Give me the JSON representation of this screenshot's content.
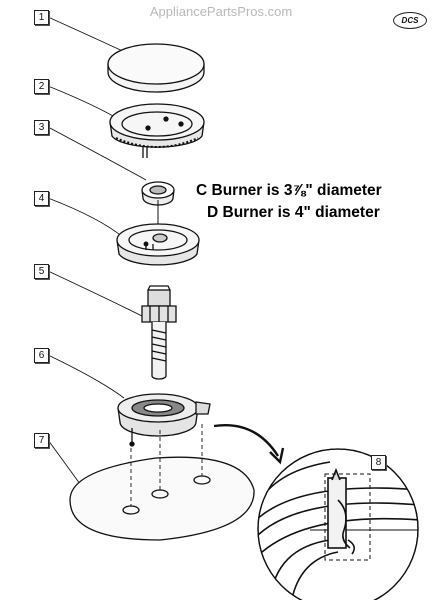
{
  "watermark": "AppliancePartsPros.com",
  "logo_text": "DCS",
  "notes": {
    "c_burner": "C Burner  is 3⅞\" diameter",
    "d_burner": "D Burner is 4\" diameter"
  },
  "callouts": [
    "1",
    "2",
    "3",
    "4",
    "5",
    "6",
    "7",
    "8"
  ],
  "icons": {
    "arrow": "curved-arrow-icon",
    "logo": "dcs-logo-icon"
  }
}
